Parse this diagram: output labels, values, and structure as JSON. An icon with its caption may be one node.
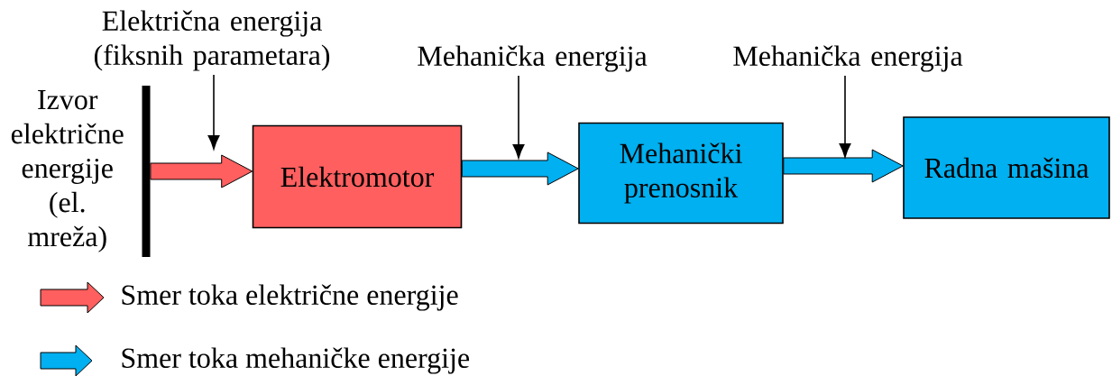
{
  "diagram": {
    "nodes": [
      {
        "text": [
          "Izvor električne energije (el. mreža)"
        ]
      },
      {
        "text": [
          "Elektromotor"
        ]
      },
      {
        "text": [
          "Mehanički prenosnik"
        ]
      },
      {
        "text": [
          "Radna mašina"
        ]
      },
      {
        "text": [
          "Električna energija (fiksnih parametara)"
        ]
      },
      {
        "text": [
          "Mehanička energija"
        ]
      },
      {
        "text": [
          "Mehanička energija"
        ]
      }
    ],
    "edges": [
      {
        "from": 0,
        "to": 1,
        "arrow": "to",
        "style": "thick",
        "color": "#ff5f5f"
      },
      {
        "from": 1,
        "to": 2,
        "arrow": "to",
        "style": "thick",
        "color": "#00b0f0"
      },
      {
        "from": 2,
        "to": 3,
        "arrow": "to",
        "style": "thick",
        "color": "#00b0f0"
      },
      {
        "from": 4,
        "to": null,
        "arrow": "to"
      },
      {
        "from": 5,
        "to": null,
        "arrow": "to"
      },
      {
        "from": 6,
        "to": null,
        "arrow": "to"
      }
    ],
    "legend": [
      {
        "text": "Smer toka električne energije",
        "color": "#ff5f5f"
      },
      {
        "text": "Smer toka mehaničke energije",
        "color": "#00b0f0"
      }
    ]
  }
}
